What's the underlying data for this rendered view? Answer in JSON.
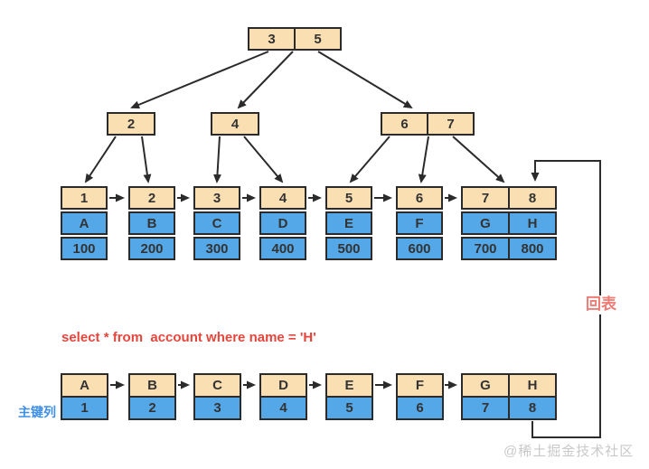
{
  "sql": {
    "text": "select * from  account where name = 'H'"
  },
  "labels": {
    "back_table": "回表",
    "primary_key_col": "主键列",
    "watermark": "@稀土掘金技术社区"
  },
  "colors": {
    "key_cell_tan": "#FADFB2",
    "data_cell_blue": "#55A8E8",
    "line_dark": "#2b2b2b",
    "sql_red": "#E5463C",
    "back_label_red": "#EE7B74",
    "primary_key_label_blue": "#3E8FE8",
    "watermark_gray": "#C9C9C9"
  },
  "tree": {
    "root_keys": [
      "3",
      "5"
    ],
    "internal_nodes": [
      [
        "2"
      ],
      [
        "4"
      ],
      [
        "6",
        "7"
      ]
    ],
    "leaf_entries": [
      {
        "id": "1",
        "name": "A",
        "value": "100"
      },
      {
        "id": "2",
        "name": "B",
        "value": "200"
      },
      {
        "id": "3",
        "name": "C",
        "value": "300"
      },
      {
        "id": "4",
        "name": "D",
        "value": "400"
      },
      {
        "id": "5",
        "name": "E",
        "value": "500"
      },
      {
        "id": "6",
        "name": "F",
        "value": "600"
      },
      {
        "id": "7",
        "name": "G",
        "value": "700"
      },
      {
        "id": "8",
        "name": "H",
        "value": "800"
      }
    ]
  },
  "secondary": {
    "entries": [
      {
        "name": "A",
        "id": "1"
      },
      {
        "name": "B",
        "id": "2"
      },
      {
        "name": "C",
        "id": "3"
      },
      {
        "name": "D",
        "id": "4"
      },
      {
        "name": "E",
        "id": "5"
      },
      {
        "name": "F",
        "id": "6"
      },
      {
        "name": "G",
        "id": "7"
      },
      {
        "name": "H",
        "id": "8"
      }
    ]
  }
}
